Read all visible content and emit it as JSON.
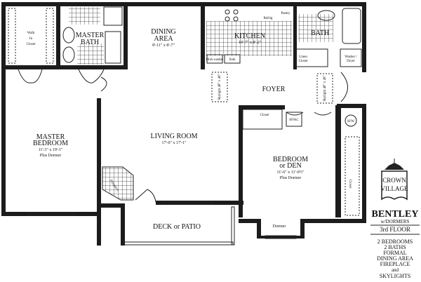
{
  "rooms": {
    "walk_in_closet": {
      "label_1": "Walk",
      "label_2": "In",
      "label_3": "Closet"
    },
    "master_bath": {
      "label_1": "MASTER",
      "label_2": "BATH"
    },
    "dining_area": {
      "label_1": "DINING",
      "label_2": "AREA",
      "dimensions": "8'-11\" x 8'-7\""
    },
    "kitchen": {
      "label": "KITCHEN",
      "dimensions": "10'-7\" x 8'-2\"",
      "pantry": "Pantry",
      "refrig": "Refrig",
      "dishwasher": "Dish washer",
      "sink": "Sink"
    },
    "bath": {
      "label": "BATH"
    },
    "linen_closet": {
      "label_1": "Linen",
      "label_2": "Closet"
    },
    "washer_dryer": {
      "label_1": "Washer /",
      "label_2": "Dryer"
    },
    "foyer": {
      "label": "FOYER"
    },
    "skylights": [
      {
        "label": "Skylight 48\" x 48\""
      },
      {
        "label": "Skylight 48\" x 48\""
      }
    ],
    "master_bedroom": {
      "label_1": "MASTER",
      "label_2": "BEDROOM",
      "dimensions": "11'-3\" x 19'-1\"",
      "note": "Plus Dormer"
    },
    "living_room": {
      "label": "LIVING ROOM",
      "dimensions": "17'-0\" x 17'-1\"",
      "fireplace": "Fireplace"
    },
    "closet_foyer": {
      "label": "Closet"
    },
    "hvac": {
      "label": "HVAC"
    },
    "water_heater": {
      "label": "H/W"
    },
    "bedroom": {
      "label_1": "BEDROOM",
      "label_2": "or DEN",
      "dimensions": "11'-6\" x 11'-0½\"",
      "note": "Plus Dormer",
      "closet": "Closet",
      "dormer": "Dormer"
    },
    "deck": {
      "label": "DECK or PATIO"
    }
  },
  "branding": {
    "logo_line_1": "CROWN",
    "logo_line_2": "VILLAGE"
  },
  "sidebar": {
    "model": "BENTLEY",
    "variant": "w/DORMERS",
    "floor": "3rd FLOOR",
    "features": [
      "2 BEDROOMS",
      "2 BATHS",
      "FORMAL",
      "DINING AREA",
      "FIREPLACE",
      "and",
      "SKYLIGHTS"
    ]
  }
}
